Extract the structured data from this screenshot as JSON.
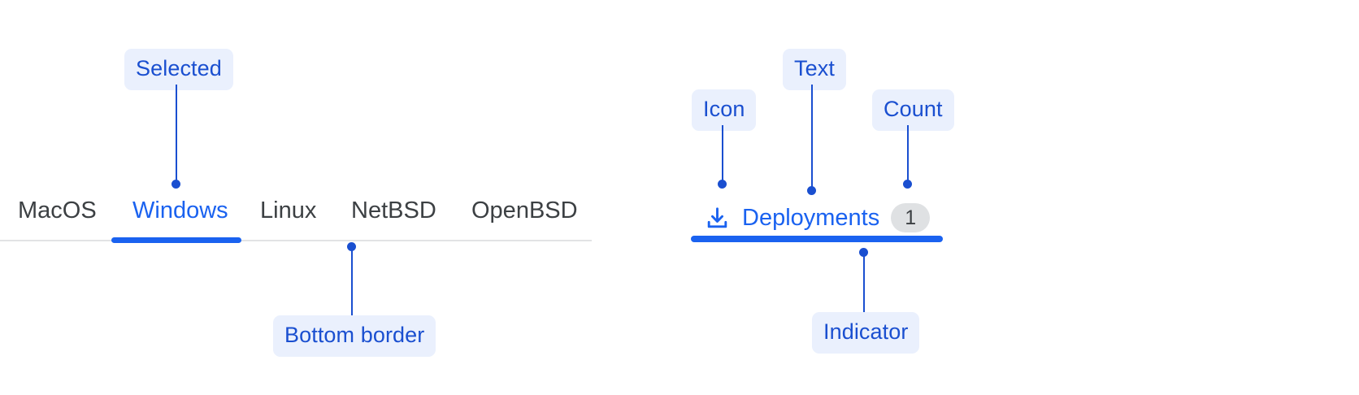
{
  "tabbar": {
    "tabs": [
      {
        "label": "MacOS",
        "selected": false
      },
      {
        "label": "Windows",
        "selected": true
      },
      {
        "label": "Linux",
        "selected": false
      },
      {
        "label": "NetBSD",
        "selected": false
      },
      {
        "label": "OpenBSD",
        "selected": false
      }
    ]
  },
  "deployments_tab": {
    "icon": "download-icon",
    "label": "Deployments",
    "count": "1"
  },
  "annotations": {
    "selected": "Selected",
    "bottom_border": "Bottom border",
    "icon": "Icon",
    "text": "Text",
    "count": "Count",
    "indicator": "Indicator"
  },
  "colors": {
    "accent_blue": "#1a62f0",
    "annotation_blue": "#1a4fd0",
    "annotation_pill_bg": "#eaf0fd",
    "tab_text": "#3c4043",
    "divider": "#e2e3e5",
    "badge_bg": "#dfe1e3"
  }
}
